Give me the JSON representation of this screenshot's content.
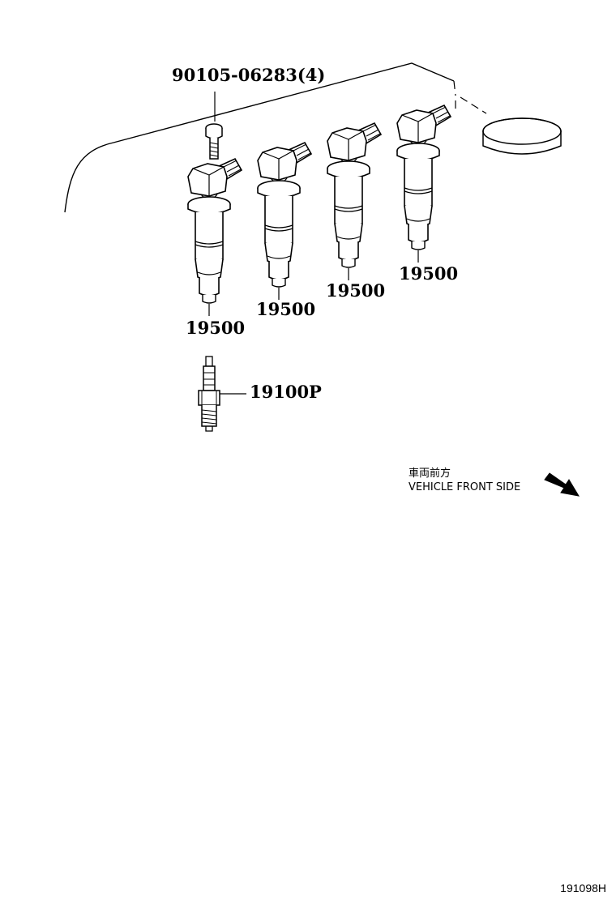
{
  "labels": {
    "bolt": "90105-06283(4)",
    "coil_1": "19500",
    "coil_2": "19500",
    "coil_3": "19500",
    "coil_4": "19500",
    "spark_plug": "19100P"
  },
  "direction_note": {
    "japanese": "車両前方",
    "english": "VEHICLE FRONT SIDE"
  },
  "reference_code": "191098H"
}
